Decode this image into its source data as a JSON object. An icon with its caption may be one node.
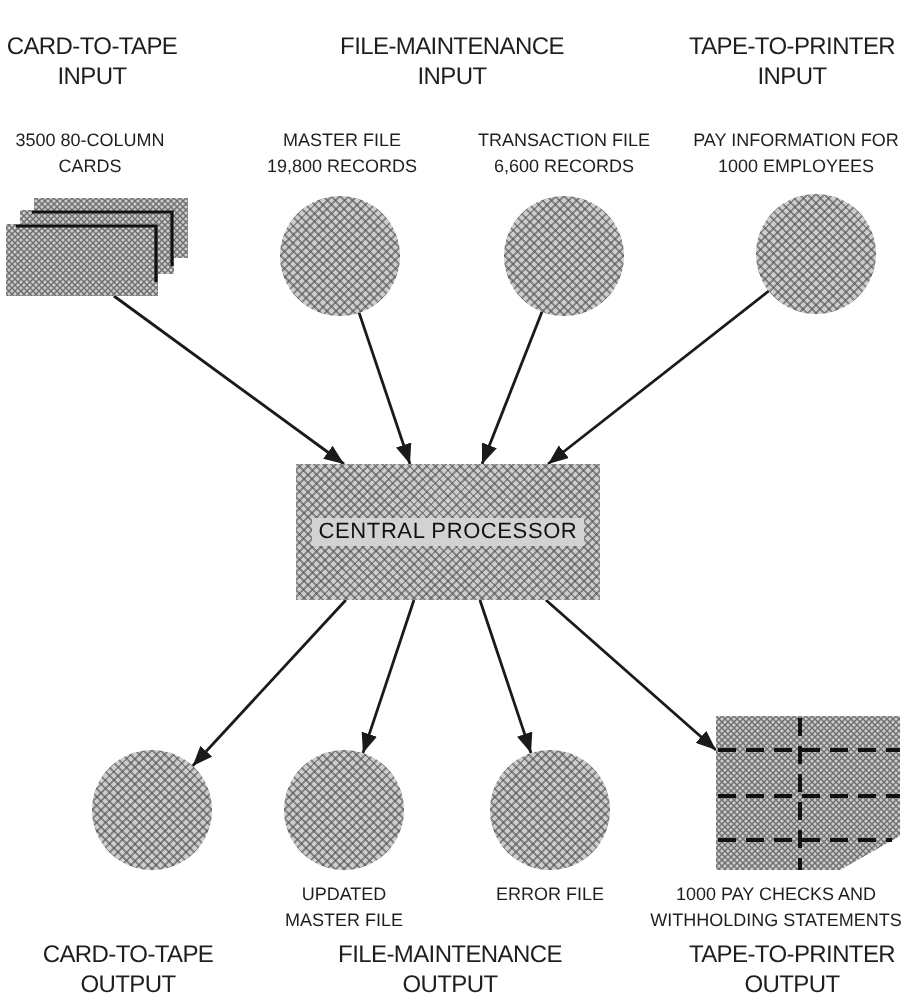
{
  "diagram": {
    "nodes": [
      {
        "text": [],
        "shape": "picture",
        "beside": [
          "3500 80-COLUMN CARDS"
        ]
      },
      {
        "text": [],
        "shape": "circle",
        "beside": [
          "MASTER FILE 19,800 RECORDS"
        ]
      },
      {
        "text": [],
        "shape": "circle",
        "beside": [
          "TRANSACTION FILE 6,600 RECORDS"
        ]
      },
      {
        "text": [],
        "shape": "circle",
        "beside": [
          "PAY INFORMATION FOR 1000 EMPLOYEES"
        ]
      },
      {
        "text": [
          "CENTRAL PROCESSOR"
        ]
      },
      {
        "text": [],
        "shape": "circle"
      },
      {
        "text": [],
        "shape": "circle",
        "beside": [
          "UPDATED MASTER FILE"
        ]
      },
      {
        "text": [],
        "shape": "circle",
        "beside": [
          "ERROR FILE"
        ]
      },
      {
        "text": [],
        "shape": "box",
        "beside": [
          "1000 PAY CHECKS AND WITHHOLDING STATEMENTS"
        ]
      }
    ],
    "edges": [
      {
        "from": 0,
        "to": 4,
        "arrow": "to"
      },
      {
        "from": 1,
        "to": 4,
        "arrow": "to"
      },
      {
        "from": 2,
        "to": 4,
        "arrow": "to"
      },
      {
        "from": 3,
        "to": 4,
        "arrow": "to"
      },
      {
        "from": 4,
        "to": 5,
        "arrow": "to"
      },
      {
        "from": 4,
        "to": 6,
        "arrow": "to"
      },
      {
        "from": 4,
        "to": 7,
        "arrow": "to"
      },
      {
        "from": 4,
        "to": 8,
        "arrow": "to"
      }
    ],
    "labels": [
      "CARD-TO-TAPE INPUT",
      "FILE-MAINTENANCE INPUT",
      "TAPE-TO-PRINTER INPUT",
      "CARD-TO-TAPE OUTPUT",
      "FILE-MAINTENANCE OUTPUT",
      "TAPE-TO-PRINTER OUTPUT"
    ]
  }
}
